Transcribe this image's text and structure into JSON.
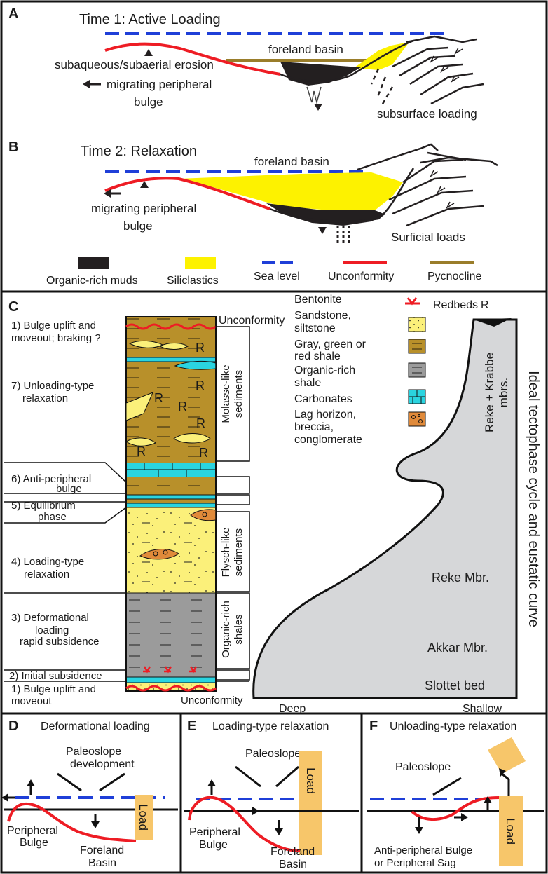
{
  "colors": {
    "sea_level": "#1f3fd8",
    "unconformity": "#ee1c24",
    "pycnocline": "#9a7d2a",
    "siliciclastics": "#fdf200",
    "organic_muds": "#231f20",
    "sandstone": "#fbf07a",
    "shale_brown": "#b8902a",
    "organic_shale": "#9b9b9b",
    "carbonate": "#2ad4e0",
    "lag": "#e08a3a",
    "curve_fill": "#d6d7d9",
    "load": "#f7c66a"
  },
  "panel_a": {
    "letter": "A",
    "title": "Time 1: Active Loading",
    "foreland_basin": "foreland basin",
    "erosion": "subaqueous/subaerial erosion",
    "bulge_1": "migrating peripheral",
    "bulge_2": "bulge",
    "subsurface": "subsurface loading"
  },
  "panel_b": {
    "letter": "B",
    "title": "Time 2: Relaxation",
    "foreland_basin": "foreland basin",
    "bulge_1": "migrating peripheral",
    "bulge_2": "bulge",
    "surficial": "Surficial loads"
  },
  "legend": {
    "organic": "Organic-rich muds",
    "silici": "Siliclastics",
    "sea": "Sea level",
    "uncon": "Unconformity",
    "pycno": "Pycnocline"
  },
  "panel_c": {
    "letter": "C",
    "phases": {
      "p1a_1": "1) Bulge uplift and",
      "p1a_2": "moveout; braking ?",
      "p7_1": "7) Unloading-type",
      "p7_2": "relaxation",
      "p6_1": "6) Anti-peripheral",
      "p6_2": "bulge",
      "p5_1": "5) Equilibrium",
      "p5_2": "phase",
      "p4_1": "4) Loading-type",
      "p4_2": "relaxation",
      "p3_1": "3) Deformational",
      "p3_2": "loading",
      "p3_3": "rapid subsidence",
      "p2": "2) Initial subsidence",
      "p1b_1": "1) Bulge uplift and",
      "p1b_2": "moveout"
    },
    "unconformity_top": "Unconformity",
    "unconformity_bottom": "Unconformity",
    "redbed_mark": "R",
    "facies": {
      "molasse_1": "Molasse-like",
      "molasse_2": "sediments",
      "flysch_1": "Flysch-like",
      "flysch_2": "sediments",
      "organic_1": "Organic-rich",
      "organic_2": "shales"
    },
    "key": {
      "bentonite": "Bentonite",
      "redbeds": "Redbeds",
      "r": "R",
      "sand_1": "Sandstone,",
      "sand_2": "siltstone",
      "shale_1": "Gray, green or",
      "shale_2": "red shale",
      "org_1": "Organic-rich",
      "org_2": "shale",
      "carb": "Carbonates",
      "lag_1": "Lag horizon,",
      "lag_2": "breccia,",
      "lag_3": "conglomerate"
    },
    "curve": {
      "reke_krabbe_1": "Reke + Krabbe",
      "reke_krabbe_2": "mbrs.",
      "reke": "Reke Mbr.",
      "akkar": "Akkar Mbr.",
      "slottet": "Slottet bed",
      "deep": "Deep",
      "shallow": "Shallow",
      "title": "Ideal tectophase cycle and eustatic curve"
    }
  },
  "panel_d": {
    "letter": "D",
    "title": "Deformational loading",
    "paleo_1": "Paleoslope",
    "paleo_2": "development",
    "bulge_1": "Peripheral",
    "bulge_2": "Bulge",
    "basin_1": "Foreland",
    "basin_2": "Basin",
    "load": "Load"
  },
  "panel_e": {
    "letter": "E",
    "title": "Loading-type relaxation",
    "paleo": "Paleoslopes",
    "bulge_1": "Peripheral",
    "bulge_2": "Bulge",
    "basin_1": "Foreland",
    "basin_2": "Basin",
    "load": "Load"
  },
  "panel_f": {
    "letter": "F",
    "title": "Unloading-type relaxation",
    "paleo": "Paleoslope",
    "anti_1": "Anti-peripheral Bulge",
    "anti_2": "or Peripheral Sag",
    "load": "Load"
  }
}
